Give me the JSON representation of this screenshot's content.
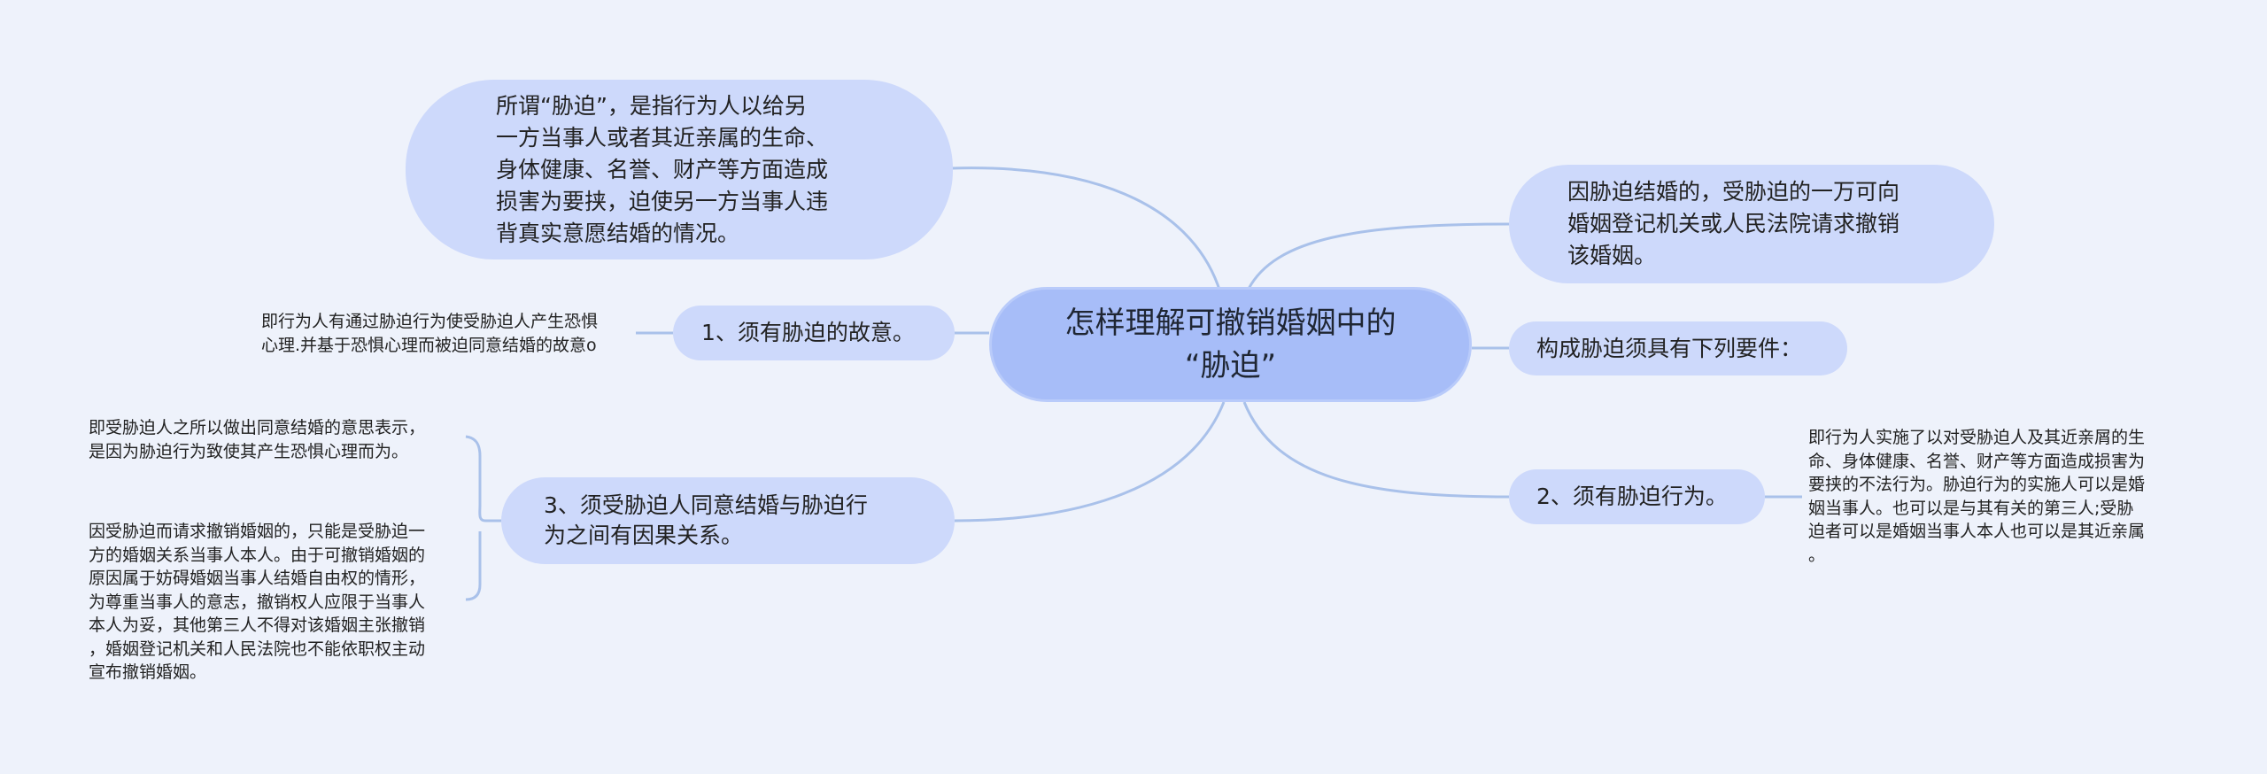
{
  "root": {
    "line1": "怎样理解可撤销婚姻中的",
    "line2": "“胁迫”"
  },
  "nodes": {
    "definition": "所谓“胁迫”，是指行为人以给另\n一方当事人或者其近亲属的生命、\n身体健康、名誉、财产等方面造成\n损害为要挟，迫使另一方当事人违\n背真实意愿结婚的情况。",
    "intent": "1、须有胁迫的故意。",
    "consent": "3、须受胁迫人同意结婚与胁迫行\n为之间有因果关系。",
    "revoke": "因胁迫结婚的，受胁迫的一万可向\n婚姻登记机关或人民法院请求撤销\n该婚姻。",
    "elements": "构成胁迫须具有下列要件：",
    "act": "2、须有胁迫行为。"
  },
  "notes": {
    "intent_note": "即行为人有通过胁迫行为使受胁迫人产生恐惧\n心理.并基于恐惧心理而被迫同意结婚的故意o",
    "consent_note1": "即受胁迫人之所以做出同意结婚的意思表示，\n是因为胁迫行为致使其产生恐惧心理而为。",
    "consent_note2": "因受胁迫而请求撤销婚姻的，只能是受胁迫一\n方的婚姻关系当事人本人。由于可撤销婚姻的\n原因属于妨碍婚姻当事人结婚自由权的情形，\n为尊重当事人的意志，撤销权人应限于当事人\n本人为妥，其他第三人不得对该婚姻主张撤销\n，婚姻登记机关和人民法院也不能依职权主动\n宣布撤销婚姻。",
    "act_note": "即行为人实施了以对受胁迫人及其近亲屑的生\n命、身体健康、名誉、财产等方面造成损害为\n要挟的不法行为。胁迫行为的实施人可以是婚\n姻当事人。也可以是与其有关的第三人;受胁\n迫者可以是婚姻当事人本人也可以是其近亲属\n。"
  },
  "colors": {
    "background": "#eef2fb",
    "root_fill": "#a7bdf8",
    "node_fill": "#cdd9fb",
    "connector": "#a9c1ea"
  }
}
